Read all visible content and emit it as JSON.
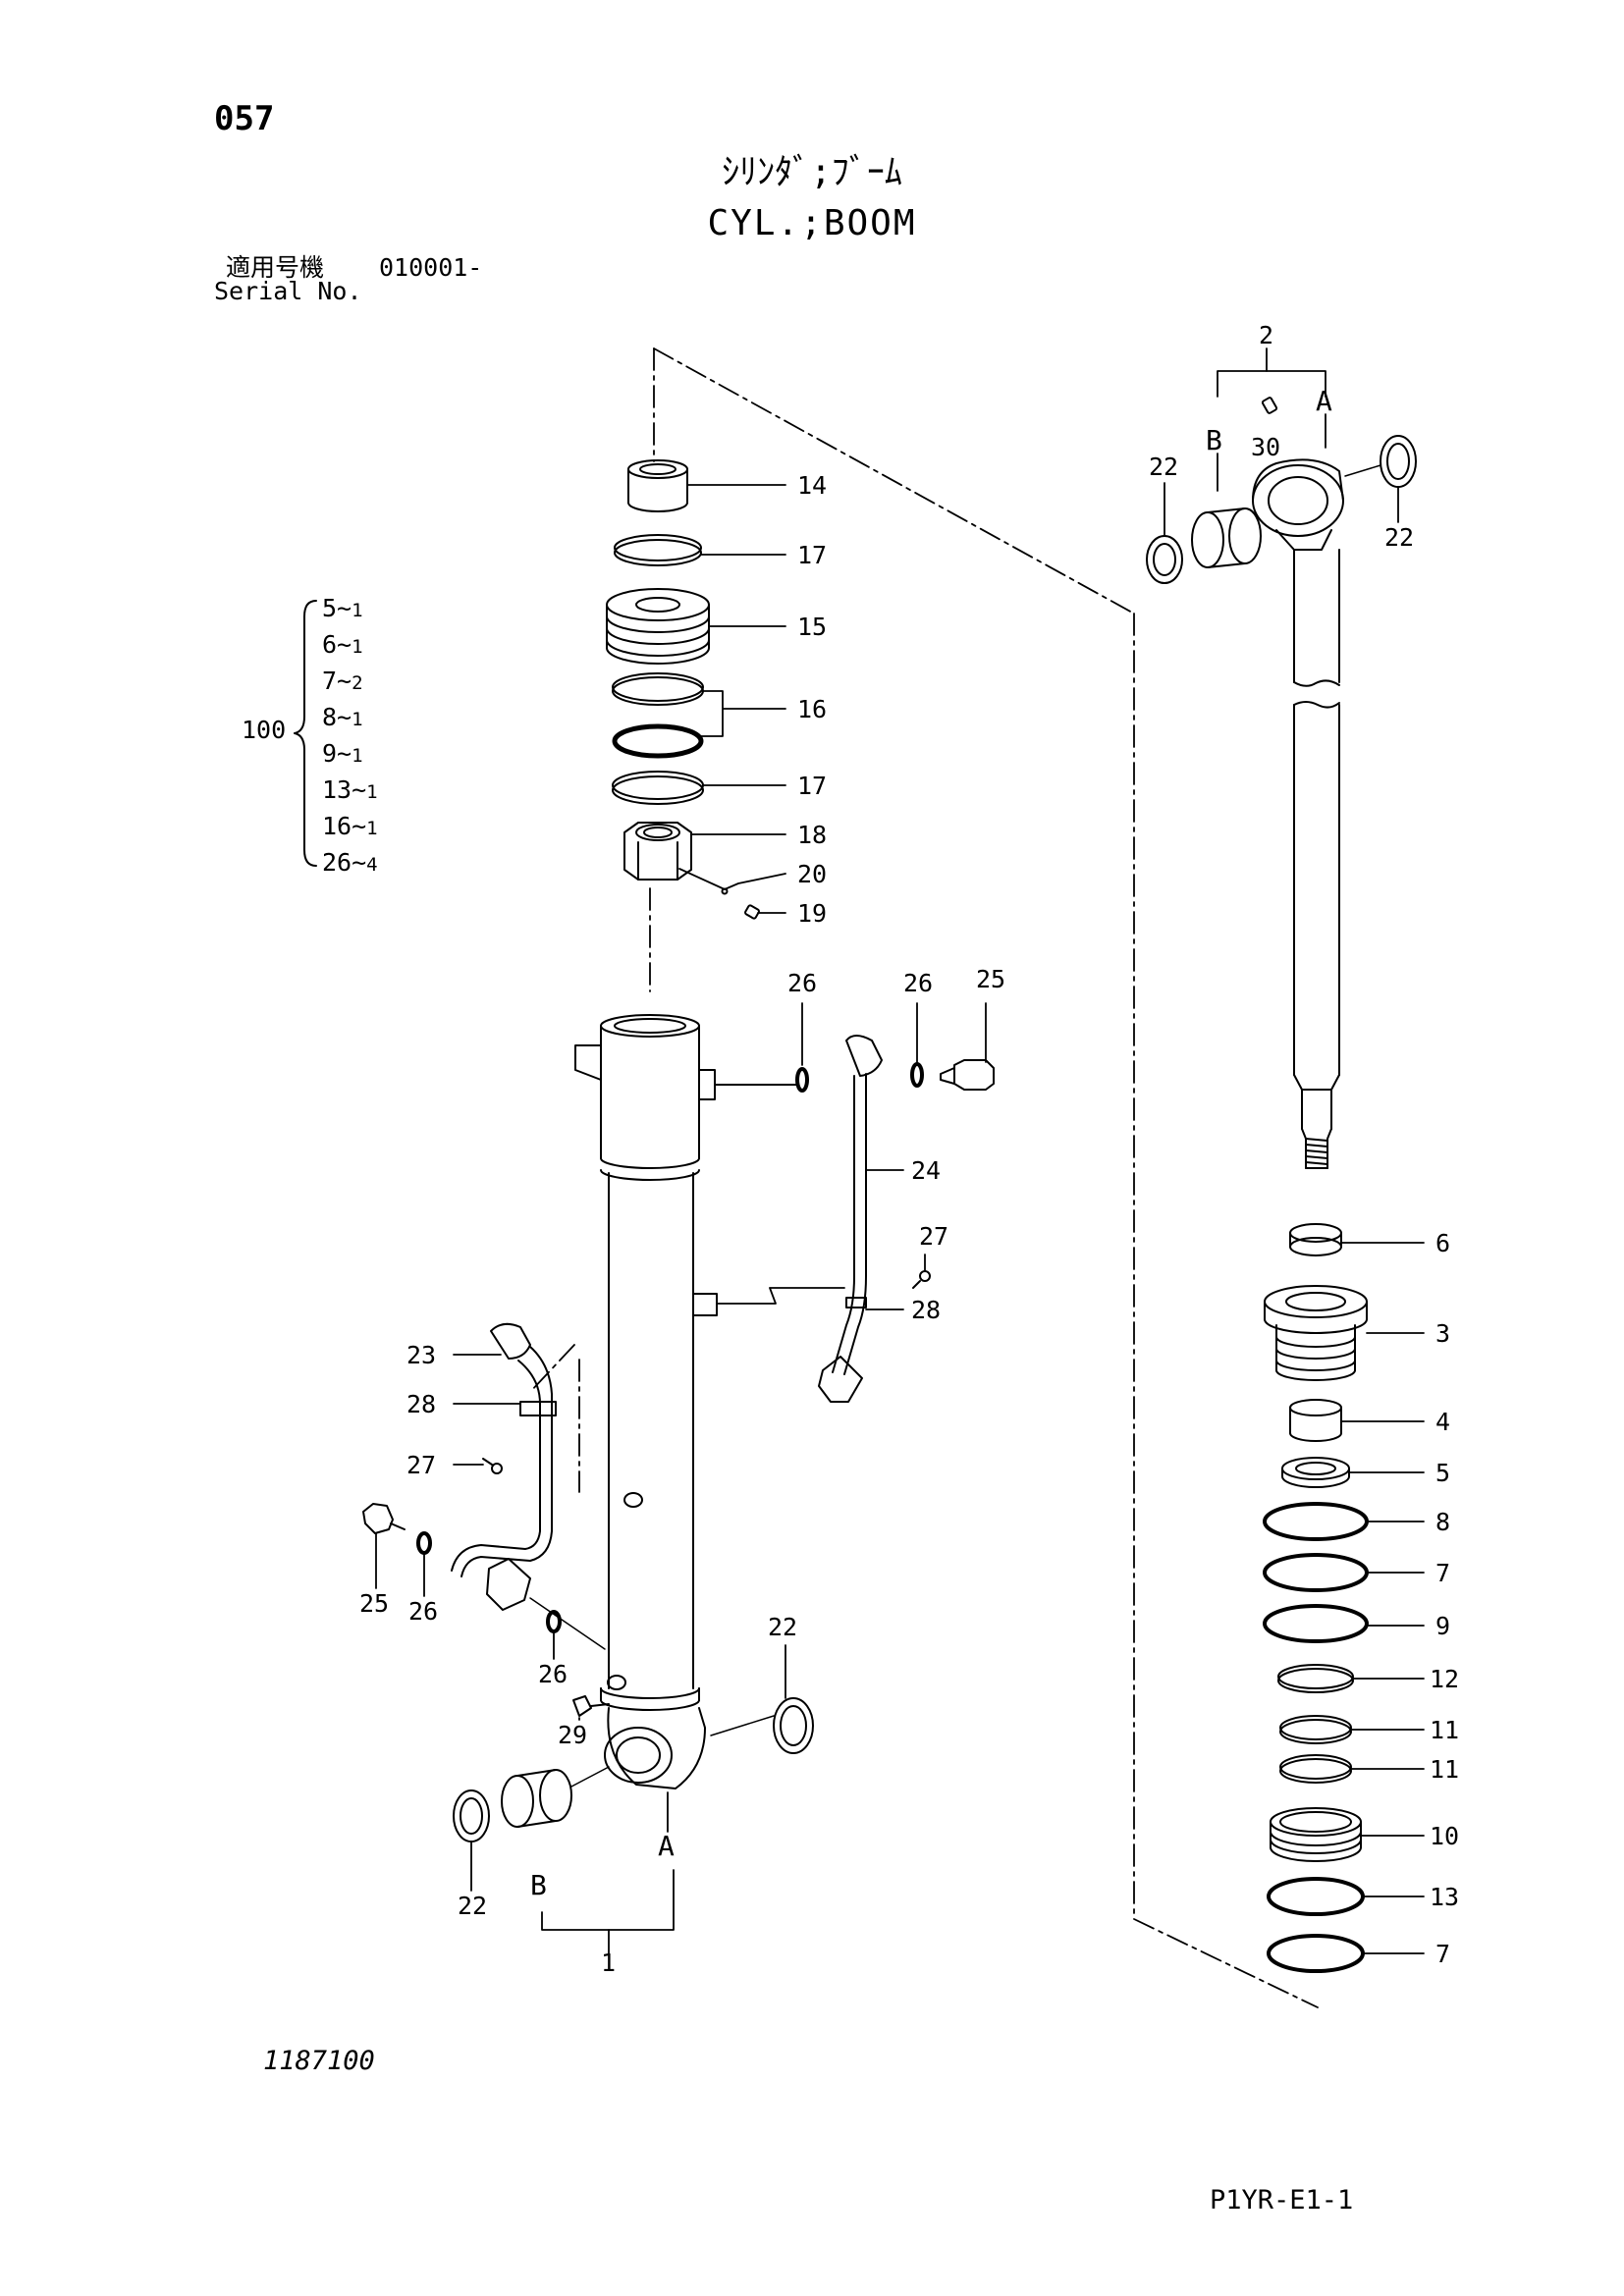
{
  "header": {
    "page_number": "057",
    "title_japanese": "ｼﾘﾝﾀﾞ;ﾌﾞｰﾑ",
    "title_english": "CYL.;BOOM",
    "serial_label_jp": "適用号機",
    "serial_value": "010001-",
    "serial_label_en": "Serial No."
  },
  "kit": {
    "number": "100",
    "contents": [
      {
        "part": "5",
        "qty": "1"
      },
      {
        "part": "6",
        "qty": "1"
      },
      {
        "part": "7",
        "qty": "2"
      },
      {
        "part": "8",
        "qty": "1"
      },
      {
        "part": "9",
        "qty": "1"
      },
      {
        "part": "13",
        "qty": "1"
      },
      {
        "part": "16",
        "qty": "1"
      },
      {
        "part": "26",
        "qty": "4"
      }
    ]
  },
  "callouts": {
    "c14": "14",
    "c17a": "17",
    "c15": "15",
    "c16": "16",
    "c17b": "17",
    "c18": "18",
    "c20": "20",
    "c19": "19",
    "c26a": "26",
    "c26b": "26",
    "c25a": "25",
    "c24": "24",
    "c27a": "27",
    "c28a": "28",
    "c23": "23",
    "c28b": "28",
    "c27b": "27",
    "c25b": "25",
    "c26c": "26",
    "c26d": "26",
    "c29": "29",
    "c22a": "22",
    "c22b": "22",
    "c1": "1",
    "c2": "2",
    "c30": "30",
    "c22c": "22",
    "c22d": "22",
    "c6": "6",
    "c3": "3",
    "c4": "4",
    "c5": "5",
    "c8": "8",
    "c7a": "7",
    "c9": "9",
    "c12": "12",
    "c11a": "11",
    "c11b": "11",
    "c10": "10",
    "c13": "13",
    "c7b": "7"
  },
  "letters": {
    "a_rod": "A",
    "b_rod": "B",
    "a_tube": "A",
    "b_tube": "B"
  },
  "footer": {
    "drawing_number": "1187100",
    "page_code": "P1YR-E1-1"
  }
}
